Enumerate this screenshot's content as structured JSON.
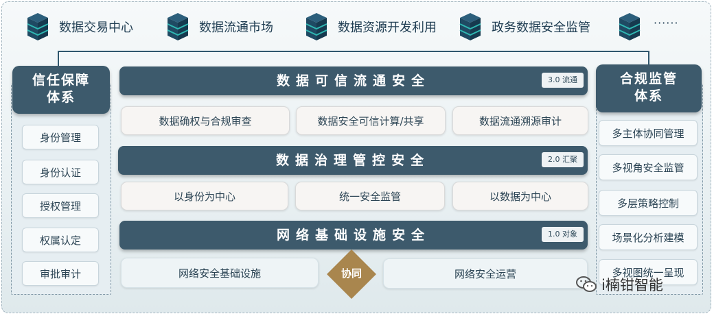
{
  "top_row": [
    {
      "label": "数据交易中心",
      "icon": "database-stack-icon"
    },
    {
      "label": "数据流通市场",
      "icon": "database-stack-icon"
    },
    {
      "label": "数据资源开发利用",
      "icon": "database-stack-icon"
    },
    {
      "label": "政务数据安全监管",
      "icon": "database-stack-icon"
    },
    {
      "label": "",
      "icon": "database-stack-icon"
    }
  ],
  "top_more": "······",
  "left_panel": {
    "title_line1": "信任保障",
    "title_line2": "体系",
    "items": [
      "身份管理",
      "身份认证",
      "授权管理",
      "权属认定",
      "审批审计"
    ]
  },
  "right_panel": {
    "title_line1": "合规监管",
    "title_line2": "体系",
    "items": [
      "多主体协同管理",
      "多视角安全监管",
      "多层策略控制",
      "场景化分析建模",
      "多视图统一呈现"
    ]
  },
  "layers": [
    {
      "title": "数据可信流通安全",
      "tag": "3.0 流通",
      "items": [
        "数据确权与合规审查",
        "数据安全可信计算/共享",
        "数据流通溯源审计"
      ]
    },
    {
      "title": "数据治理管控安全",
      "tag": "2.0 汇聚",
      "items": [
        "以身份为中心",
        "统一安全监管",
        "以数据为中心"
      ]
    },
    {
      "title": "网络基础设施安全",
      "tag": "1.0 对象",
      "items": [
        "网络安全基础设施",
        "网络安全运营"
      ]
    }
  ],
  "center_diamond": "协同",
  "watermark": "i楠钳智能",
  "colors": {
    "header_fill": "#3d5a6c",
    "diamond_fill": "#a9864e",
    "frame_border": "#9fb2bd",
    "icon_dark": "#1f4a63",
    "icon_accent": "#2fb7b2"
  }
}
